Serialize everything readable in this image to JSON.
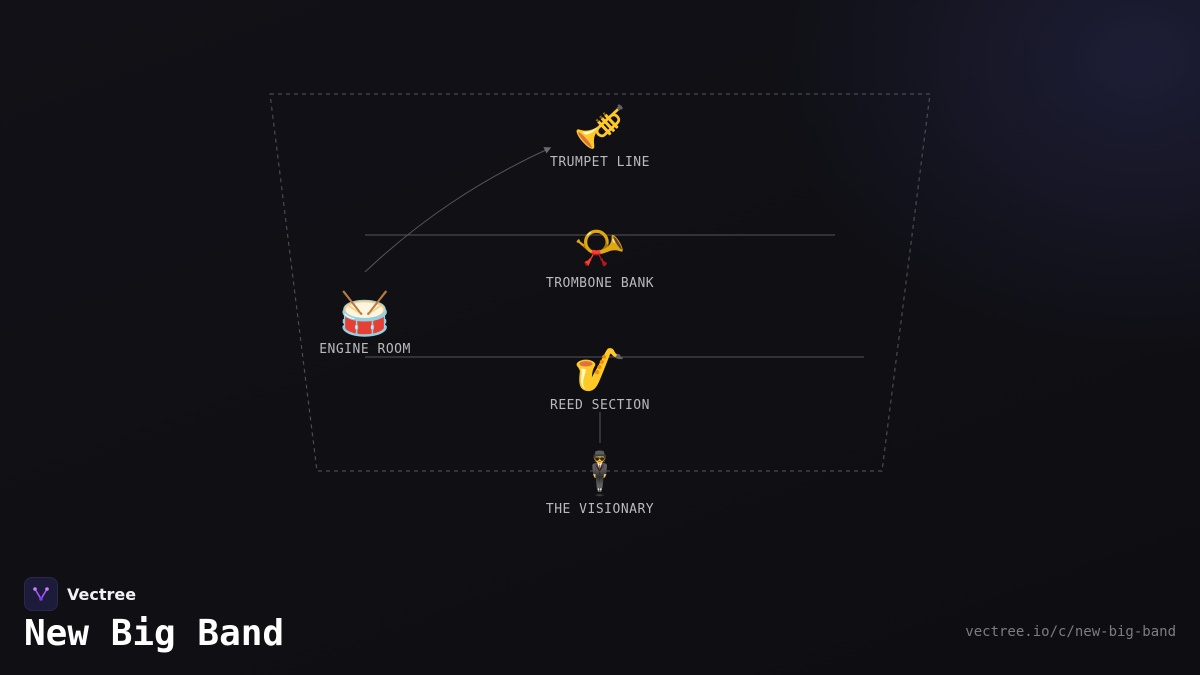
{
  "brand": {
    "name": "Vectree",
    "accent": "#a855f7"
  },
  "page": {
    "title": "New Big Band",
    "url": "vectree.io/c/new-big-band"
  },
  "nodes": [
    {
      "id": "trumpet",
      "emoji": "🎺",
      "label": "TRUMPET LINE"
    },
    {
      "id": "trombone",
      "emoji": "📯",
      "label": "TROMBONE BANK"
    },
    {
      "id": "drums",
      "emoji": "🥁",
      "label": "ENGINE ROOM"
    },
    {
      "id": "reed",
      "emoji": "🎷",
      "label": "REED SECTION"
    },
    {
      "id": "visionary",
      "emoji": "🕴️",
      "label": "THE VISIONARY"
    }
  ],
  "colors": {
    "background": "#0f0f14",
    "frame_stroke": "#4a4a52",
    "connector": "#55555c"
  }
}
